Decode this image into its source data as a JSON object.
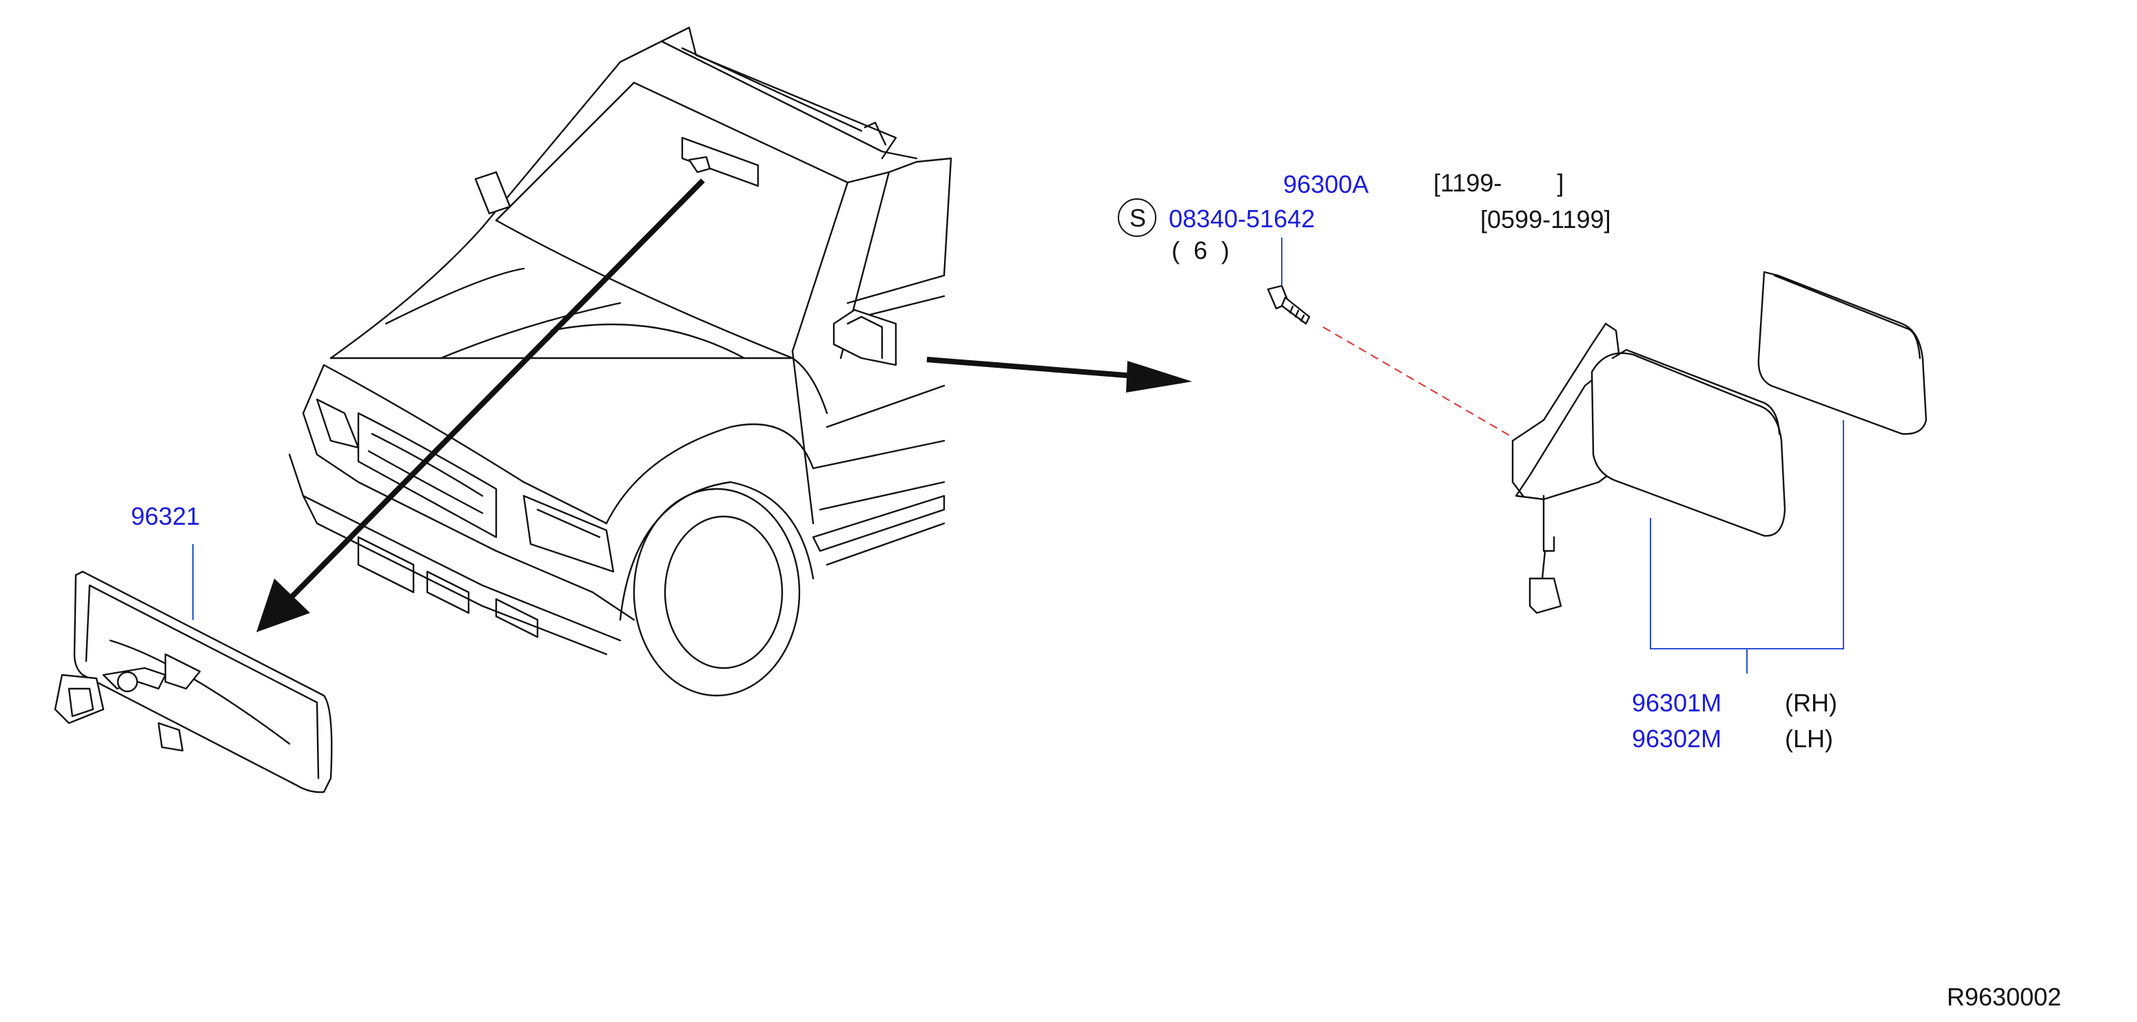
{
  "diagram_ref": "R9630002",
  "parts": {
    "inside_mirror": {
      "number": "96321"
    },
    "mirror_glass": {
      "number": "96300A",
      "date_range": "[1199-        ]"
    },
    "screw": {
      "symbol": "S",
      "number": "08340-51642",
      "date_range": "[0599-1199]",
      "quantity": "(  6  )"
    },
    "door_mirror_rh": {
      "number": "96301M",
      "side": "(RH)"
    },
    "door_mirror_lh": {
      "number": "96302M",
      "side": "(LH)"
    }
  },
  "colors": {
    "part_number": "#1a1adf",
    "leader": "#2a4fd0",
    "guide_dash": "#e03030",
    "line_art": "#111111"
  }
}
